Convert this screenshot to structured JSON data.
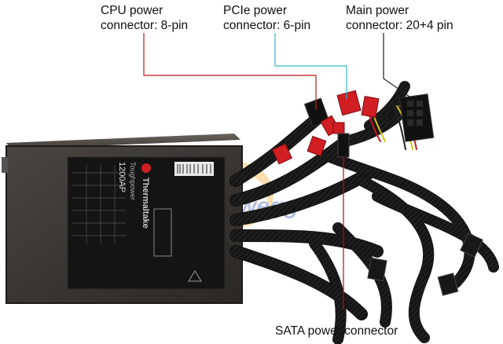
{
  "labels": {
    "cpu": {
      "line1": "CPU power",
      "line2": "connector: 8-pin"
    },
    "pcie": {
      "line1": "PCIe power",
      "line2": "connector: 6-pin"
    },
    "main": {
      "line1": "Main power",
      "line2": "connector: 20+4 pin"
    },
    "sata": {
      "text": "SATA power connector"
    }
  },
  "product": {
    "brand": "Thermaltake",
    "series": "Toughpower",
    "model": "1200AP",
    "watermark": "newegg"
  },
  "colors": {
    "cpu_line": "#c0181c",
    "pcie_line": "#33b9c9",
    "main_line": "#1a1a1a",
    "sata_line": "#b01010",
    "psu_body": "#3a3633",
    "cable": "#1b1b1b",
    "connector_red": "#d01e23"
  }
}
